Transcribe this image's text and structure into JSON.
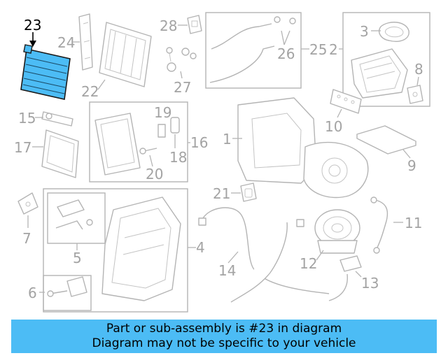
{
  "callouts": {
    "c1": "1",
    "c2": "2",
    "c3": "3",
    "c4": "4",
    "c5": "5",
    "c6": "6",
    "c7": "7",
    "c8": "8",
    "c9": "9",
    "c10": "10",
    "c11": "11",
    "c12": "12",
    "c13": "13",
    "c14": "14",
    "c15": "15",
    "c16": "16",
    "c17": "17",
    "c18": "18",
    "c19": "19",
    "c20": "20",
    "c21": "21",
    "c22": "22",
    "c23": "23",
    "c24": "24",
    "c25": "25",
    "c26": "26",
    "c27": "27",
    "c28": "28"
  },
  "banner": {
    "line1": "Part or sub-assembly is #23 in diagram",
    "line2": "Diagram may not be specific to your vehicle"
  },
  "colors": {
    "highlight_part": "#4cbcf5",
    "banner_bg": "#4cbcf5",
    "line_art": "#b4b4b4",
    "callout_text": "#a3a3a3",
    "highlight_callout": "#000000"
  }
}
